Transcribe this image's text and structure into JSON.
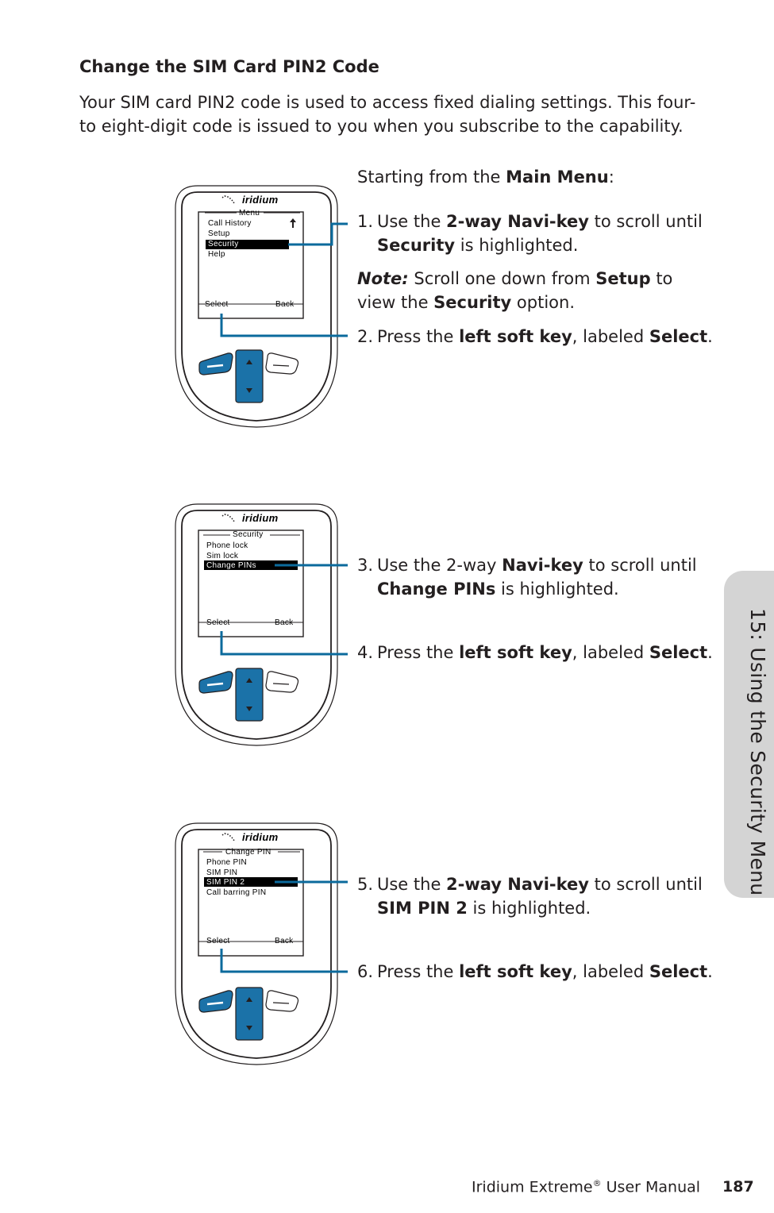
{
  "heading": "Change the SIM Card PIN2 Code",
  "intro": {
    "line1": "Your SIM card PIN2 code is used to access fixed dialing settings. This four-",
    "line2": "to eight-digit code is issued to you when you subscribe to the capability."
  },
  "start": {
    "prefix": "Starting from the ",
    "bold": "Main Menu",
    "suffix": ":"
  },
  "steps": [
    {
      "num": "1.",
      "a": "Use the ",
      "b": "2-way Navi-key",
      "c": " to scroll until",
      "d": "Security",
      "e": " is highlighted."
    },
    {
      "num": "2.",
      "a": "Press the ",
      "b": "left soft key",
      "c": ", labeled ",
      "d": "Select",
      "e": "."
    },
    {
      "num": "3.",
      "a": "Use the 2-way ",
      "b": "Navi-key",
      "c": " to scroll until",
      "d": "Change PINs",
      "e": " is highlighted."
    },
    {
      "num": "4.",
      "a": "Press the ",
      "b": "left soft key",
      "c": ", labeled ",
      "d": "Select",
      "e": "."
    },
    {
      "num": "5.",
      "a": "Use the ",
      "b": "2-way Navi-key",
      "c": " to scroll until",
      "d": "SIM PIN 2",
      "e": " is highlighted."
    },
    {
      "num": "6.",
      "a": "Press the ",
      "b": "left soft key",
      "c": ", labeled ",
      "d": "Select",
      "e": "."
    }
  ],
  "note": {
    "label": "Note:",
    "a": " Scroll one down from ",
    "b": "Setup",
    "c": " to",
    "d": "view the ",
    "e": "Security",
    "f": " option."
  },
  "phones": [
    {
      "brand": "iridium",
      "title": "Menu",
      "items": [
        "Call History",
        "Setup",
        "Security",
        "Help"
      ],
      "selected": "Security",
      "left_soft": "Select",
      "right_soft": "Back"
    },
    {
      "brand": "iridium",
      "title": "Security",
      "items": [
        "Phone lock",
        "Sim lock",
        "Change PINs"
      ],
      "selected": "Change PINs",
      "left_soft": "Select",
      "right_soft": "Back"
    },
    {
      "brand": "iridium",
      "title": "Change PIN",
      "items": [
        "Phone PIN",
        "SIM PIN",
        "SIM PIN 2",
        "Call barring PIN"
      ],
      "selected": "SIM PIN 2",
      "left_soft": "Select",
      "right_soft": "Back"
    }
  ],
  "side_tab": "15: Using the Security Menu",
  "footer": {
    "title": "Iridium Extreme",
    "reg": "®",
    "title2": " User Manual",
    "page": "187"
  },
  "colors": {
    "accent": "#0b6a9c",
    "key_blue": "#1b72a8",
    "tab_gray": "#d4d4d4"
  }
}
